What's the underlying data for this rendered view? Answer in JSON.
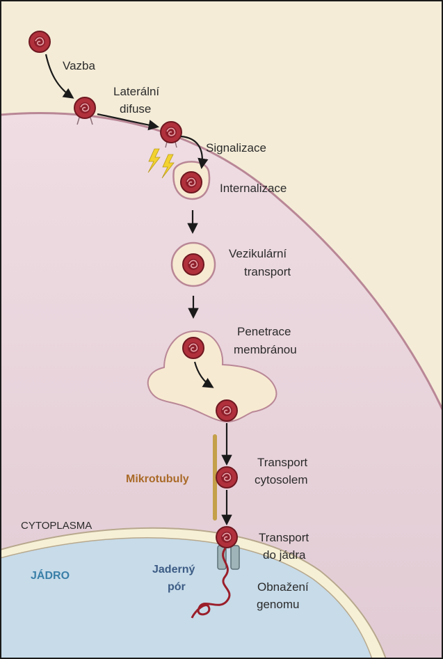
{
  "labels": {
    "vazba": "Vazba",
    "lateral_1": "Laterální",
    "lateral_2": "difuse",
    "signalizace": "Signalizace",
    "internalizace": "Internalizace",
    "vezikularni_1": "Vezikulární",
    "vezikularni_2": "transport",
    "penetrace_1": "Penetrace",
    "penetrace_2": "membránou",
    "mikrotubuly": "Mikrotubuly",
    "transport_cyt_1": "Transport",
    "transport_cyt_2": "cytosolem",
    "cytoplasma": "CYTOPLASMA",
    "transport_jadra_1": "Transport",
    "transport_jadra_2": "do jádra",
    "jadro": "JÁDRO",
    "jaderny_por_1": "Jaderný",
    "jaderny_por_2": "pór",
    "obnazeni_1": "Obnažení",
    "obnazeni_2": "genomu"
  },
  "colors": {
    "background": "#f4ecd7",
    "cell": "#ead8df",
    "cell_membrane": "#b98796",
    "nucleus": "#c7dbe9",
    "nucleus_membrane": "#f6f0d6",
    "virus": "#b0303c",
    "vesicle": "#f7ead2",
    "microtubule": "#c4a04a",
    "mikrotubuly_label": "#a96a28",
    "cytoplasma_label": "#7a5b8e",
    "jadro_label": "#3a7fa8",
    "jaderny_por_label": "#3c5b84",
    "pore": "#9fb4b8",
    "lightning": "#f2d230"
  }
}
